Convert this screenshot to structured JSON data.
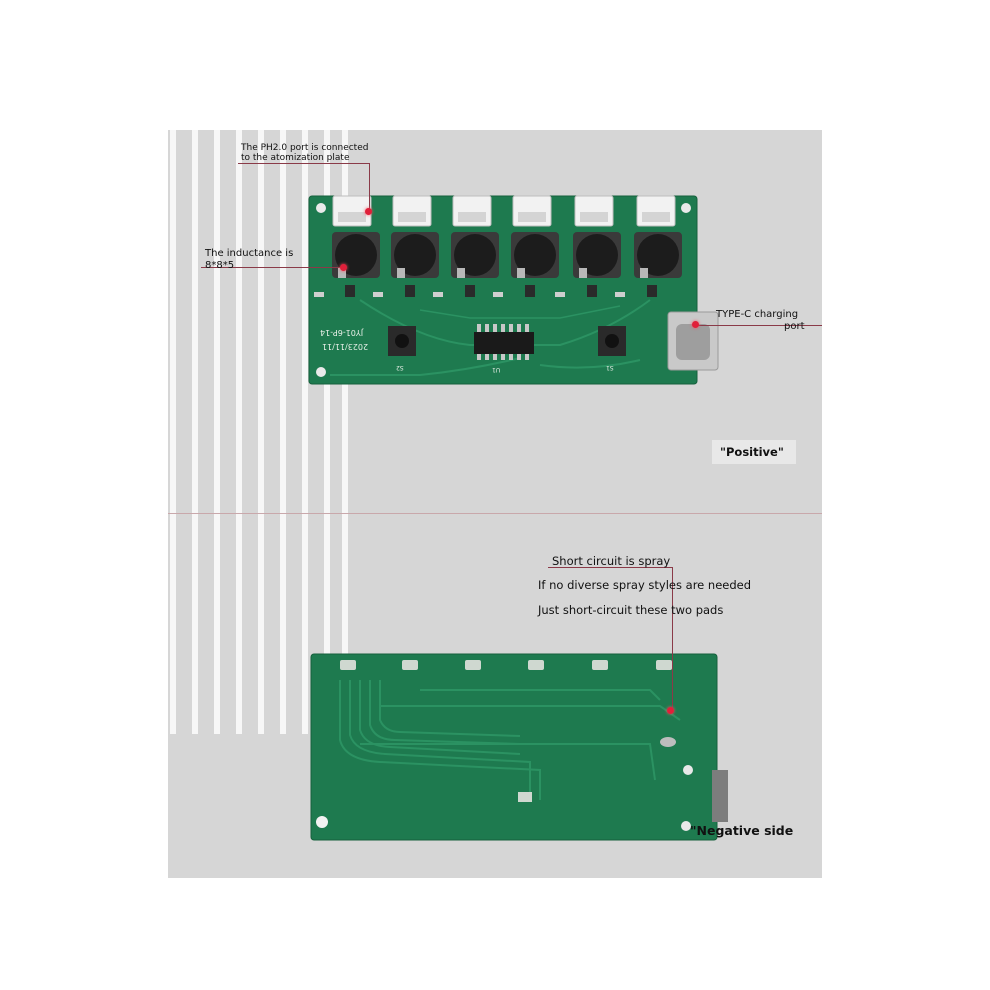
{
  "annotations": {
    "ph20_line1": "The PH2.0 port is connected",
    "ph20_line2": "to the atomization plate",
    "inductance_line1": "The inductance is",
    "inductance_line2": "8*8*5",
    "typec_line1": "TYPE-C charging",
    "typec_line2": "port",
    "positive": "\"Positive\"",
    "short_line1": "Short circuit is spray",
    "short_line2": "If no diverse spray styles are needed",
    "short_line3": "Just short-circuit these two pads",
    "negative": "\"Negative side"
  },
  "board_silkscreen": {
    "model_line1": "JY01-6P-14",
    "model_line2": "2023/11/11",
    "chip": "U1",
    "switch_left": "S2",
    "switch_right": "S1"
  },
  "colors": {
    "pcb": "#1e7a4f",
    "pcb_dark": "#145c3a",
    "leader": "#8a3a48",
    "marker": "#e0203a"
  }
}
